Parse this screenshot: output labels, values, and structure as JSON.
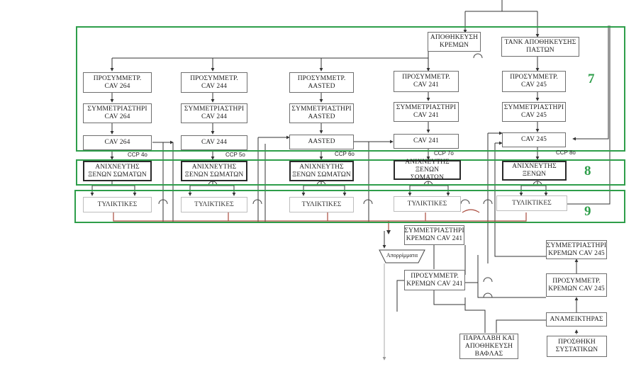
{
  "colors": {
    "region_border": "#2e9e4a",
    "line": "#333333",
    "reject_line": "#a94a3c"
  },
  "top_boxes": {
    "cream_storage": "ΑΠΟΘΗΚΕΥΣΗ\nΚΡΕΜΩΝ",
    "paste_tank": "ΤΑΝΚ ΑΠΟΘΗΚΕΥΣΗΣ\nΠΑΣΤΩΝ"
  },
  "columns": [
    {
      "pre": "ΠΡΟΣΥΜΜΕΤΡ.\nCAV 264",
      "sym": "ΣΥΜΜΕΤΡΙΑΣΤΗΡΙ\nCAV 264",
      "machine": "CAV 264",
      "ccp": "CCP 4ο",
      "detector": "ΑΝΙΧΝΕΥΤΗΣ\nΞΕΝΩΝ ΣΩΜΑΤΩΝ",
      "wrap": "ΤΥΛΙΚΤΙΚΕΣ"
    },
    {
      "pre": "ΠΡΟΣΥΜΜΕΤΡ.\nCAV 244",
      "sym": "ΣΥΜΜΕΤΡΙΑΣΤΗΡΙ\nCAV 244",
      "machine": "CAV 244",
      "ccp": "CCP 5ο",
      "detector": "ΑΝΙΧΝΕΥΤΗΣ\nΞΕΝΩΝ ΣΩΜΑΤΩΝ",
      "wrap": "ΤΥΛΙΚΤΙΚΕΣ"
    },
    {
      "pre": "ΠΡΟΣΥΜΜΕΤΡ.\nAASTED",
      "sym": "ΣΥΜΜΕΤΡΙΑΣΤΗΡΙ\nAASTED",
      "machine": "AASTED",
      "ccp": "CCP 6ο",
      "detector": "ΑΝΙΧΝΕΥΤΗΣ\nΞΕΝΩΝ ΣΩΜΑΤΩΝ",
      "wrap": "ΤΥΛΙΚΤΙΚΕΣ"
    },
    {
      "pre": "ΠΡΟΣΥΜΜΕΤΡ.\nCAV 241",
      "sym": "ΣΥΜΜΕΤΡΙΑΣΤΗΡΙ\nCAV 241",
      "machine": "CAV 241",
      "ccp": "CCP 7ο",
      "detector": "ΑΝΙΧΝΕΥΤΗΣ ΞΕΝΩΝ\nΣΩΜΑΤΩΝ",
      "wrap": "ΤΥΛΙΚΤΙΚΕΣ"
    },
    {
      "pre": "ΠΡΟΣΥΜΜΕΤΡ.\nCAV 245",
      "sym": "ΣΥΜΜΕΤΡΙΑΣΤΗΡΙ\nCAV 245",
      "machine": "CAV 245",
      "ccp": "CCP 8ο",
      "detector": "ΑΝΙΧΝΕΥΤΗΣ\nΞΕΝΩΝ",
      "wrap": "ΤΥΛΙΚΤΙΚΕΣ"
    }
  ],
  "region_numbers": {
    "upper": "7",
    "middle": "8",
    "lower": "9"
  },
  "waste": "Απορρίμματα",
  "lower_boxes": {
    "sym_cream_241": "ΣΥΜΜΕΤΡΙΑΣΤΗΡΙ\nΚΡΕΜΩΝ CAV 241",
    "pre_cream_241": "ΠΡΟΣΥΜΜΕΤΡ.\nΚΡΕΜΩΝ CAV 241",
    "wafer": "ΠΑΡΑΛΑΒΗ ΚΑΙ\nΑΠΟΘΗΚΕΥΣΗ\nΒΑΦΛΑΣ",
    "sym_cream_245": "ΣΥΜΜΕΤΡΙΑΣΤΗΡΙ\nΚΡΕΜΩΝ CAV 245",
    "pre_cream_245": "ΠΡΟΣΥΜΜΕΤΡ.\nΚΡΕΜΩΝ CAV 245",
    "mixer": "ΑΝΑΜΕΙΚΤΗΡΑΣ",
    "ingredients": "ΠΡΟΣΘΗΚΗ\nΣΥΣΤΑΤΙΚΩΝ"
  }
}
